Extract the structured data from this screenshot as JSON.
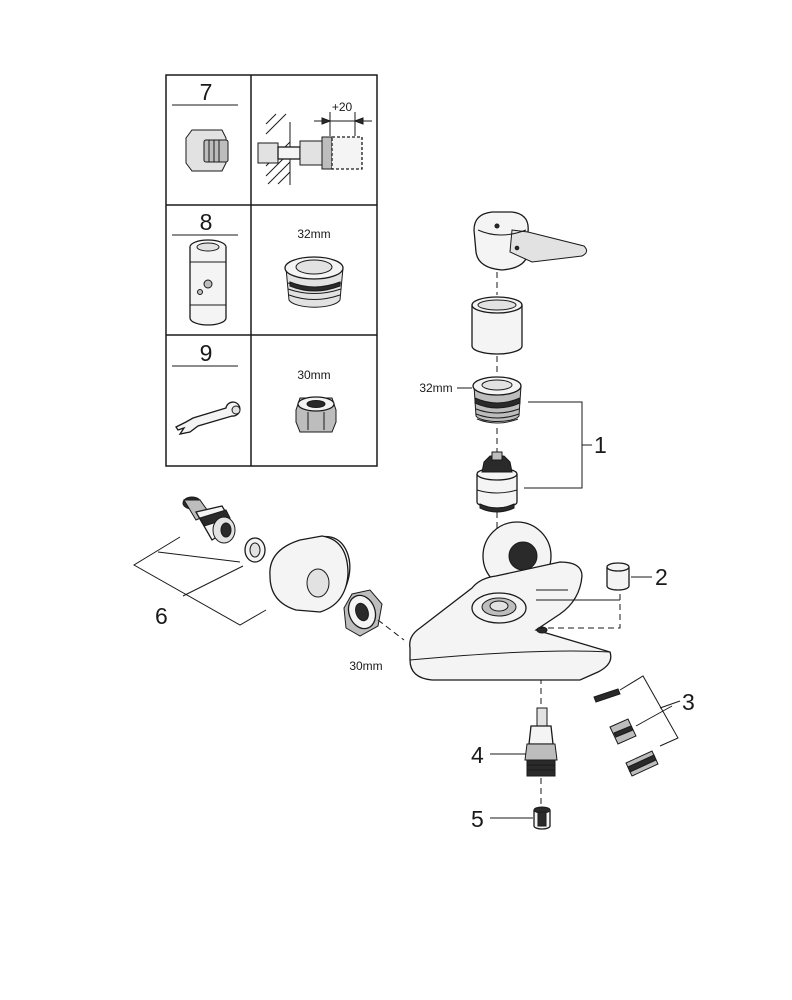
{
  "legend_table": {
    "rows": [
      {
        "number": "7",
        "dimension": "+20"
      },
      {
        "number": "8",
        "dimension": "32mm"
      },
      {
        "number": "9",
        "dimension": "30mm"
      }
    ]
  },
  "callouts": {
    "part_1": "1",
    "part_2": "2",
    "part_3": "3",
    "part_4": "4",
    "part_5": "5",
    "part_6": "6"
  },
  "dimensions": {
    "cartridge_nut": "32mm",
    "union_nut": "30mm"
  }
}
